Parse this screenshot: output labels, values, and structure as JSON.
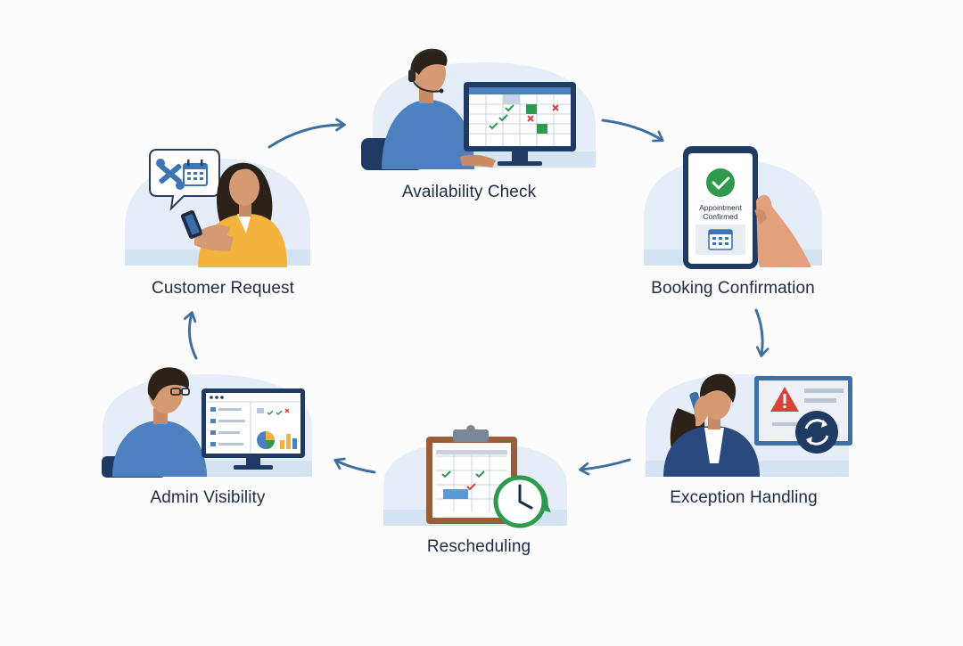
{
  "diagram": {
    "steps": [
      {
        "id": "customer-request",
        "label": "Customer Request"
      },
      {
        "id": "availability-check",
        "label": "Availability Check"
      },
      {
        "id": "booking-confirmation",
        "label": "Booking Confirmation"
      },
      {
        "id": "exception-handling",
        "label": "Exception Handling"
      },
      {
        "id": "rescheduling",
        "label": "Rescheduling"
      },
      {
        "id": "admin-visibility",
        "label": "Admin Visibility"
      }
    ],
    "phone_screen": {
      "line1": "Appointment",
      "line2": "Confirmed"
    }
  },
  "colors": {
    "arrow": "#3f6f9e",
    "accent_green": "#2f9a4e",
    "alert_red": "#d8403a",
    "navy": "#1f3a63",
    "shirt_blue": "#4e7fbf",
    "bg_blob": "#e5eef8"
  }
}
